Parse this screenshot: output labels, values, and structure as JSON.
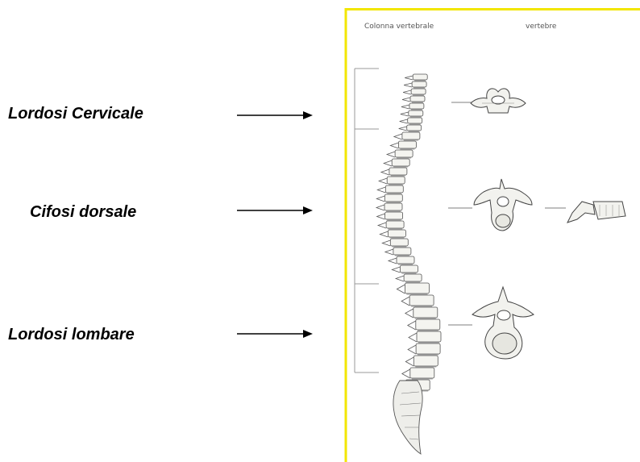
{
  "labels": {
    "cervical": "Lordosi Cervicale",
    "dorsal": "Cifosi dorsale",
    "lumbar": "Lordosi lombare"
  },
  "panel": {
    "col_header": "Colonna vertebrale",
    "vert_header": "vertebre"
  },
  "colors": {
    "border": "#f2e600",
    "bone_fill": "#f4f4f0",
    "bone_stroke": "#555555"
  }
}
